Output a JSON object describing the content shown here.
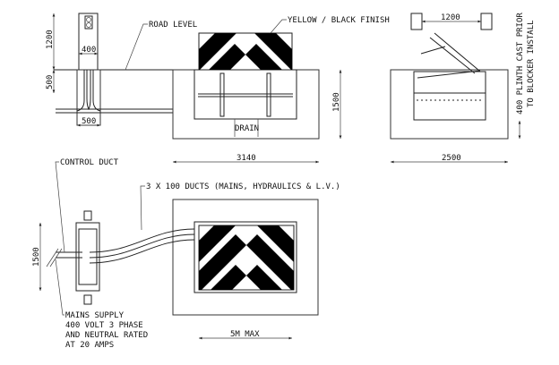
{
  "labels": {
    "road_level": "ROAD LEVEL",
    "finish": "YELLOW / BLACK FINISH",
    "drain": "DRAIN",
    "plinth_line1": "400 PLINTH CAST PRIOR",
    "plinth_line2": "TO BLOCKER INSTALL",
    "control_duct": "CONTROL DUCT",
    "ducts": "3 X 100 DUCTS (MAINS, HYDRAULICS & L.V.)",
    "mains_line1": "MAINS SUPPLY",
    "mains_line2": "400 VOLT 3 PHASE",
    "mains_line3": "AND NEUTRAL RATED",
    "mains_line4": "AT 20 AMPS"
  },
  "dimensions": {
    "post_height": "1200",
    "post_width": "400",
    "chamber_depth": "500",
    "chamber_width": "500",
    "pit_depth": "1500",
    "pit_width_side": "3140",
    "bollard_spacing": "1200",
    "pit_width_end": "2500",
    "plan_chamber": "1500",
    "plan_width": "5M MAX"
  },
  "colors": {
    "ink": "#111111",
    "stripe": "#000000"
  }
}
